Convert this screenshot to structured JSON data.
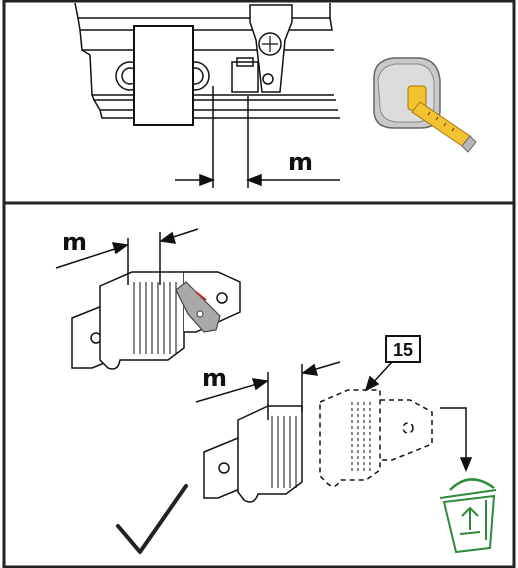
{
  "panels": [
    {
      "id": "measure-rail",
      "dimension_label": "m"
    },
    {
      "id": "cut-contact-block",
      "dimension_label_top": "m",
      "dimension_label_bottom": "m",
      "callout_number": "15"
    }
  ],
  "icons": [
    "tape-measure-icon",
    "cutter-knife-icon",
    "checkmark-icon",
    "recycle-bin-icon"
  ],
  "colors": {
    "line": "#111111",
    "tape_yellow": "#f2c230",
    "tape_gray": "#b8b8b8",
    "recycle_green": "#2e8b3a",
    "frame": "#222222"
  }
}
